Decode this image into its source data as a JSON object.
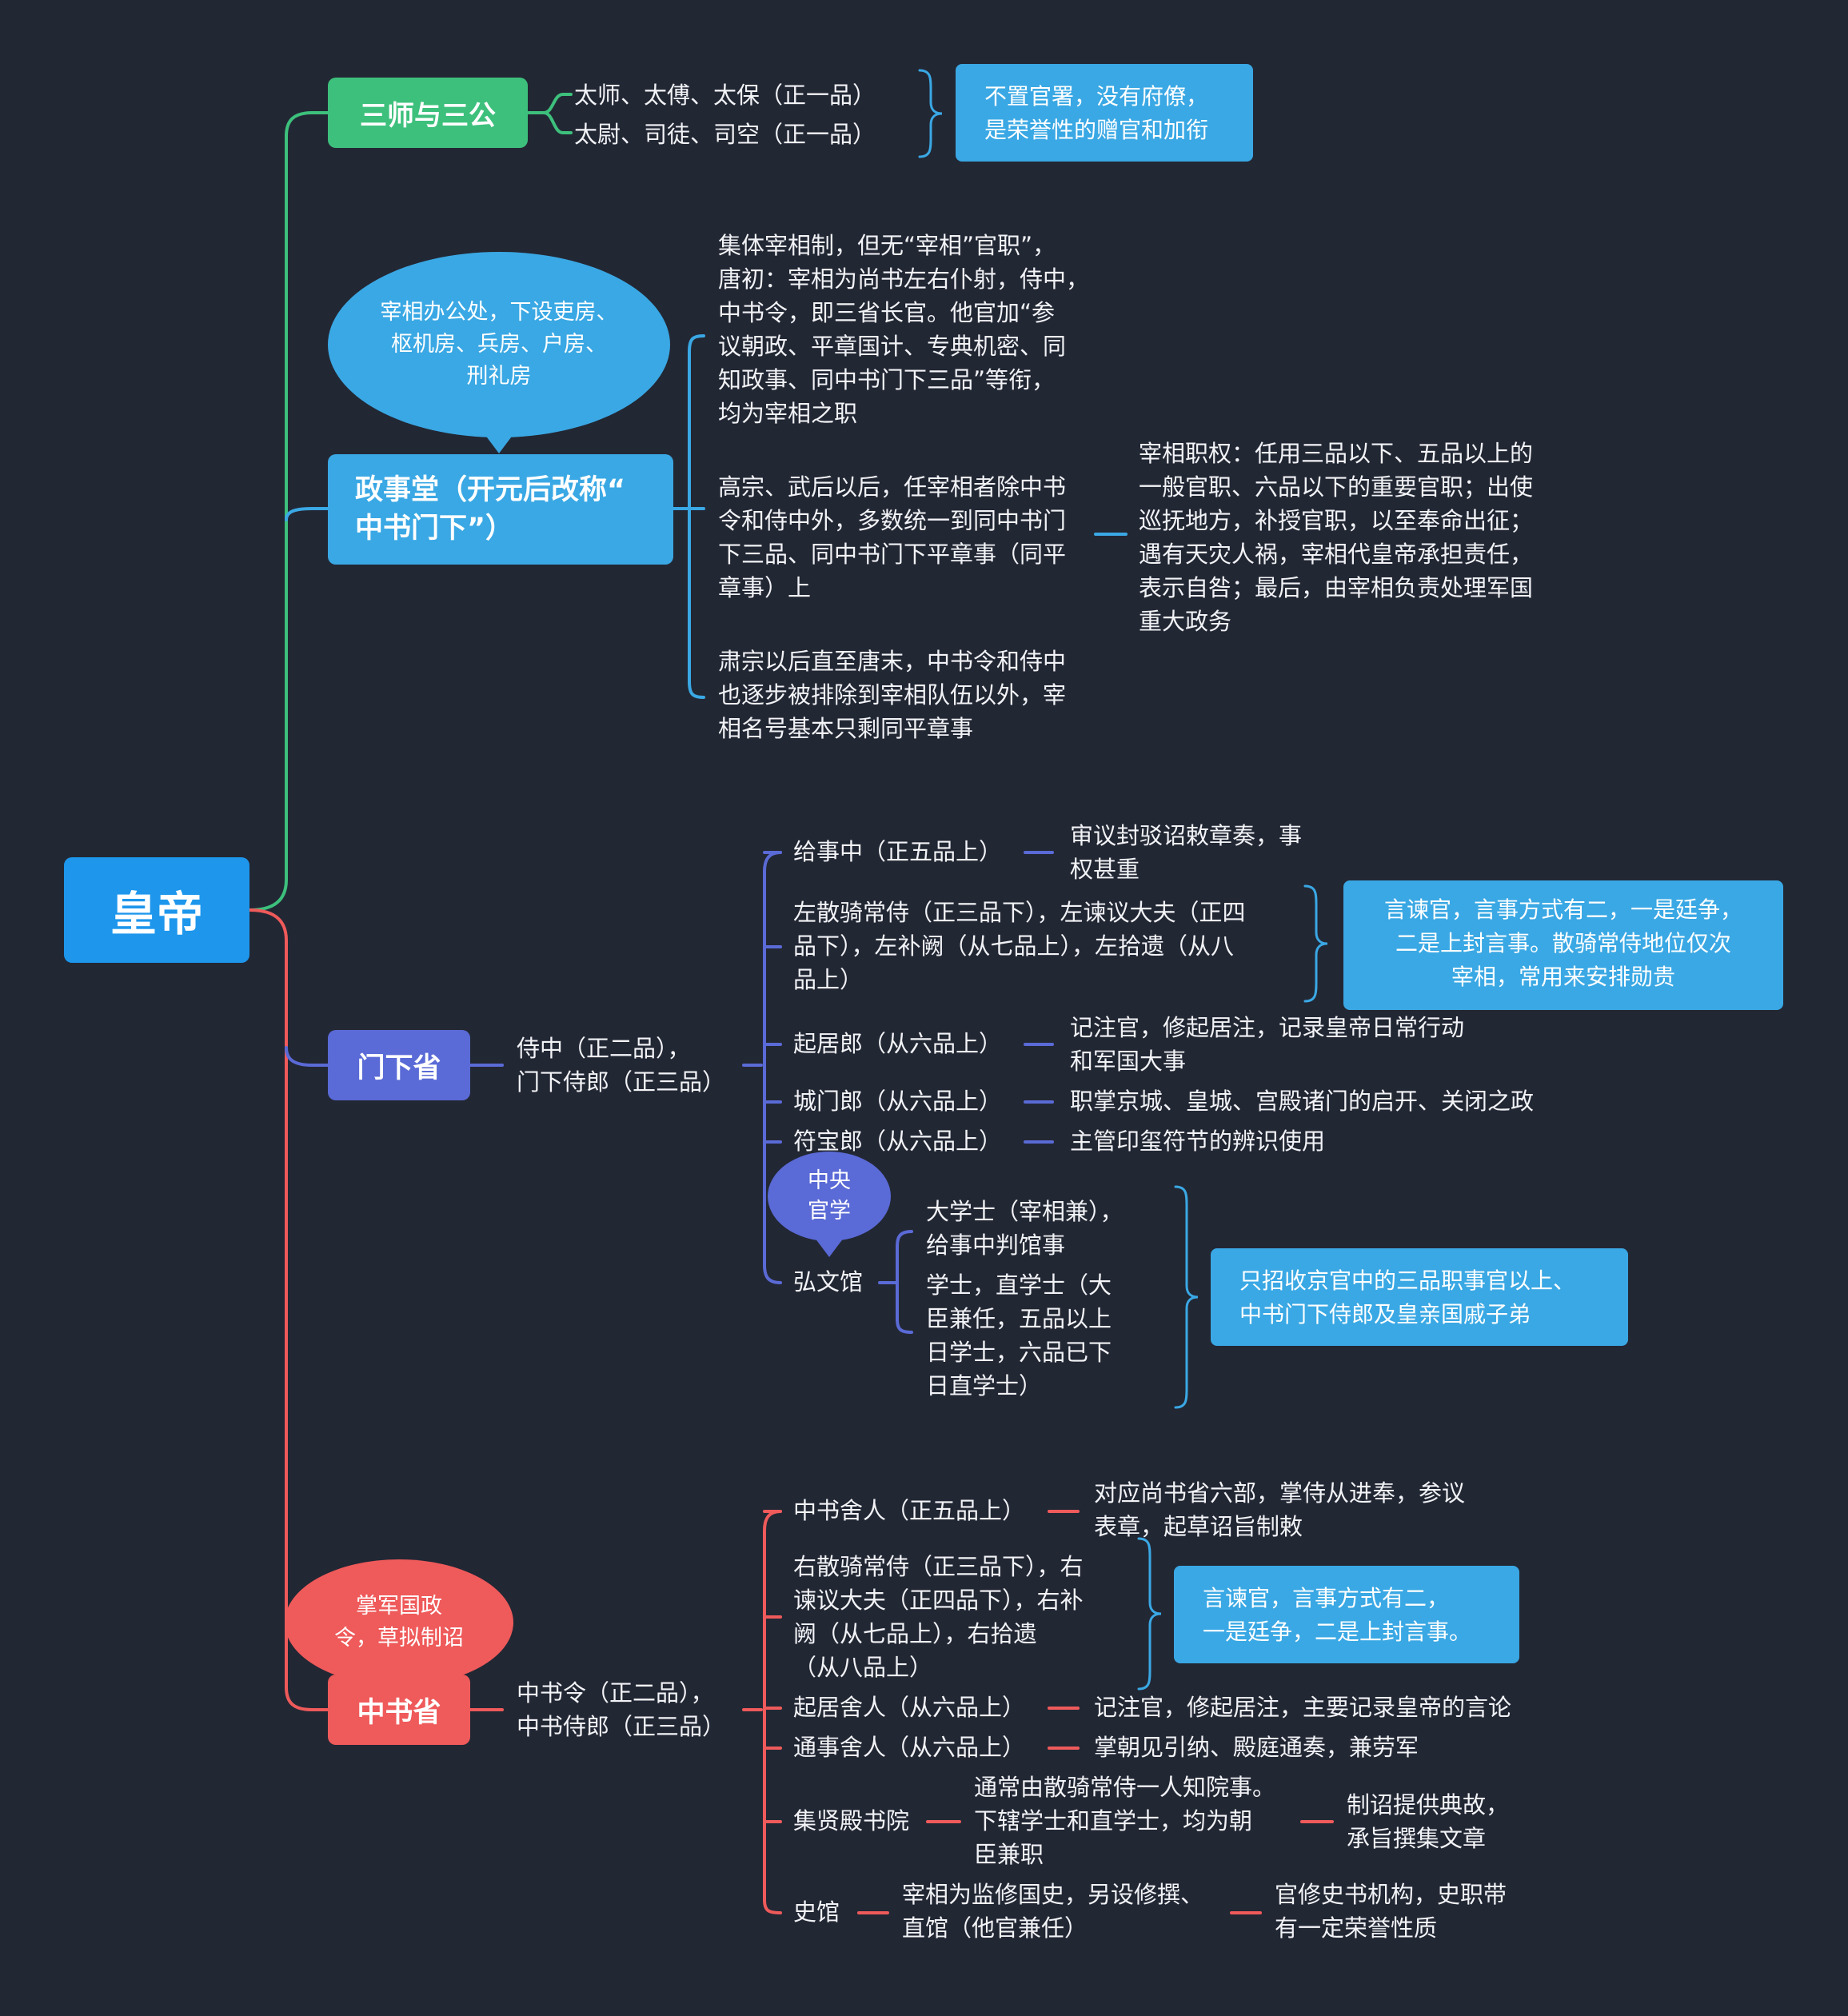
{
  "colors": {
    "background": "#222734",
    "root": "#1d96ec",
    "green": "#3dc07c",
    "blue": "#3aa8e4",
    "indigo": "#5a6ad6",
    "red": "#ef5a5a"
  },
  "root": {
    "label": "皇帝"
  },
  "sanshi": {
    "title": "三师与三公",
    "item1": "太师、太傅、太保（正一品）",
    "item2": "太尉、司徒、司空（正一品）",
    "note": "不置官署，没有府僚，\n是荣誉性的赠官和加衔"
  },
  "zhengshitang": {
    "title": "政事堂（开元后改称“\n中书门下”）",
    "bubble": "宰相办公处，下设吏房、\n枢机房、兵房、户房、\n刑礼房",
    "p1": "集体宰相制，但无“宰相”官职”，\n唐初：宰相为尚书左右仆射，侍中，\n中书令，即三省长官。他官加“参\n议朝政、平章国计、专典机密、同\n知政事、同中书门下三品”等衔，\n均为宰相之职",
    "p2": "高宗、武后以后，任宰相者除中书\n令和侍中外，多数统一到同中书门\n下三品、同中书门下平章事（同平\n章事）上",
    "p2_detail": "宰相职权：任用三品以下、五品以上的\n一般官职、六品以下的重要官职；出使\n巡抚地方，补授官职，以至奉命出征；\n遇有天灾人祸，宰相代皇帝承担责任，\n表示自咎；最后，由宰相负责处理军国\n重大政务",
    "p3": "肃宗以后直至唐末，中书令和侍中\n也逐步被排除到宰相队伍以外，宰\n相名号基本只剩同平章事"
  },
  "menxia": {
    "title": "门下省",
    "head": "侍中（正二品），\n门下侍郎（正三品）",
    "items": [
      {
        "label": "给事中（正五品上）",
        "desc": "审议封驳诏敕章奏，事\n权甚重"
      },
      {
        "label": "左散骑常侍（正三品下），左谏议大夫（正四\n品下），左补阙（从七品上），左拾遗（从八\n品上）"
      },
      {
        "label": "起居郎（从六品上）",
        "desc": "记注官，修起居注，记录皇帝日常行动\n和军国大事"
      },
      {
        "label": "城门郎（从六品上）",
        "desc": "职掌京城、皇城、宫殿诸门的启开、关闭之政"
      },
      {
        "label": "符宝郎（从六品上）",
        "desc": "主管印玺符节的辨识使用"
      },
      {
        "label": "弘文馆"
      }
    ],
    "jianguan_note": "言谏官，言事方式有二，一是廷争，\n二是上封言事。散骑常侍地位仅次\n宰相，常用来安排勋贵",
    "hongwen": {
      "bubble": "中央\n官学",
      "sub1": "大学士（宰相兼），\n给事中判馆事",
      "sub2": "学士，直学士（大\n臣兼任，五品以上\n日学士，六品已下\n日直学士）",
      "note": "只招收京官中的三品职事官以上、\n中书门下侍郎及皇亲国戚子弟"
    }
  },
  "zhongshu": {
    "title": "中书省",
    "bubble": "掌军国政\n令，草拟制诏",
    "head": "中书令（正二品），\n中书侍郎（正三品）",
    "items": [
      {
        "label": "中书舍人（正五品上）",
        "desc": "对应尚书省六部，掌侍从进奉，参议\n表章，起草诏旨制敕"
      },
      {
        "label": "右散骑常侍（正三品下），右\n谏议大夫（正四品下），右补\n阙（从七品上），右拾遗\n（从八品上）"
      },
      {
        "label": "起居舍人（从六品上）",
        "desc": "记注官，修起居注，主要记录皇帝的言论"
      },
      {
        "label": "通事舍人（从六品上）",
        "desc": "掌朝见引纳、殿庭通奏，兼劳军"
      },
      {
        "label": "集贤殿书院",
        "desc": "通常由散骑常侍一人知院事。\n下辖学士和直学士，均为朝\n臣兼职",
        "desc2": "制诏提供典故，\n承旨撰集文章"
      },
      {
        "label": "史馆",
        "desc": "宰相为监修国史，另设修撰、\n直馆（他官兼任）",
        "desc2": "官修史书机构，史职带\n有一定荣誉性质"
      }
    ],
    "jianguan_note": "言谏官，言事方式有二，\n一是廷争，二是上封言事。"
  }
}
